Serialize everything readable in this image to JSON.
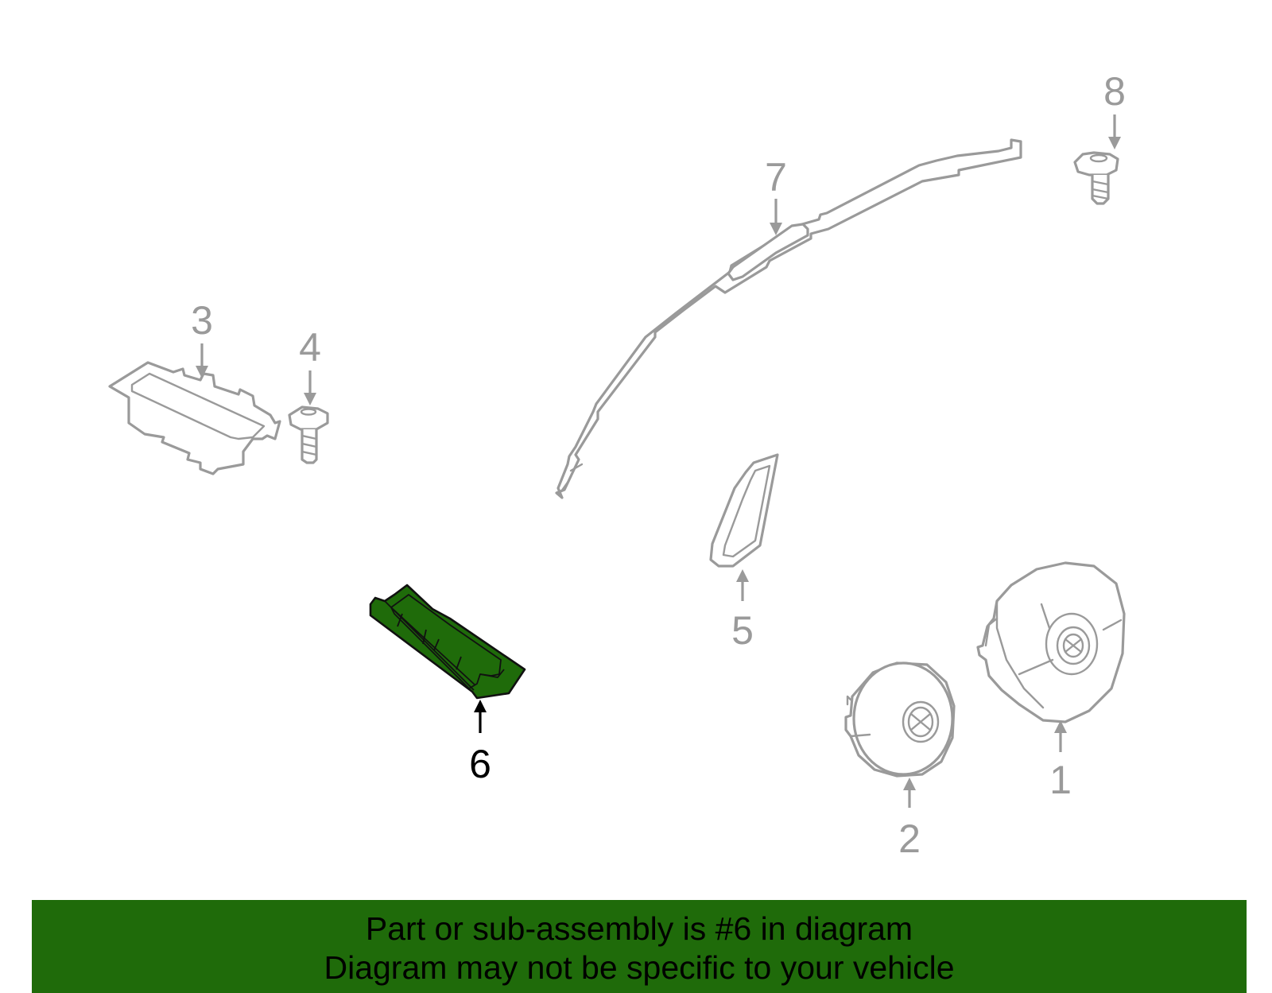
{
  "callouts": {
    "c1": "1",
    "c2": "2",
    "c3": "3",
    "c4": "4",
    "c5": "5",
    "c6": "6",
    "c7": "7",
    "c8": "8"
  },
  "highlighted_part": "6",
  "colors": {
    "highlight": "#1f6b0a",
    "part_outline": "#9a9a9a",
    "banner": "#1f6b0a"
  },
  "banner": {
    "line1": "Part or sub-assembly is #6 in diagram",
    "line2": "Diagram may not be specific to your vehicle"
  }
}
